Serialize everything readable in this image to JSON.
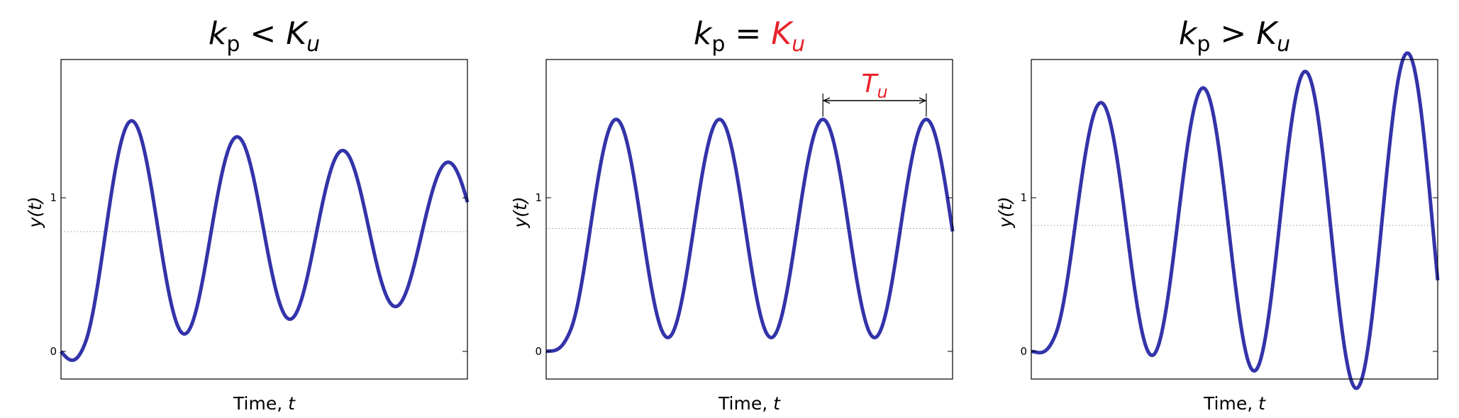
{
  "chart_data": [
    {
      "type": "line",
      "title_parts": [
        {
          "text": "k",
          "italic": true,
          "red": false
        },
        {
          "text": "p",
          "italic": false,
          "red": false,
          "sub": true
        },
        {
          "text": " < ",
          "italic": false,
          "red": false
        },
        {
          "text": "K",
          "italic": true,
          "red": false
        },
        {
          "text": "u",
          "italic": true,
          "red": false,
          "sub": true
        }
      ],
      "xlabel": "Time, t",
      "ylabel": "y(t)",
      "yticks": [
        0,
        1
      ],
      "ylim": [
        -0.18,
        1.9
      ],
      "xlim": [
        0,
        10
      ],
      "reference_line": 0.78,
      "series": [
        {
          "growth": -0.06,
          "omega": 2.42,
          "amp": 0.8,
          "offset": 0.78,
          "lead_in": 0.45,
          "color": "#3333aa"
        }
      ],
      "annotation": null
    },
    {
      "type": "line",
      "title_parts": [
        {
          "text": "k",
          "italic": true,
          "red": false
        },
        {
          "text": "p",
          "italic": false,
          "red": false,
          "sub": true
        },
        {
          "text": " = ",
          "italic": false,
          "red": false
        },
        {
          "text": "K",
          "italic": true,
          "red": true
        },
        {
          "text": "u",
          "italic": true,
          "red": true,
          "sub": true
        }
      ],
      "xlabel": "Time, t",
      "ylabel": "y(t)",
      "yticks": [
        0,
        1
      ],
      "ylim": [
        -0.18,
        1.9
      ],
      "xlim": [
        0,
        10
      ],
      "reference_line": 0.8,
      "series": [
        {
          "growth": 0.0,
          "omega": 2.47,
          "amp": 0.71,
          "offset": 0.8,
          "lead_in": 0.45,
          "color": "#3333aa"
        }
      ],
      "annotation": {
        "label": "T",
        "label_sub": "u",
        "color": "#e8232a",
        "from_peak": 3,
        "to_peak": 4
      }
    },
    {
      "type": "line",
      "title_parts": [
        {
          "text": "k",
          "italic": true,
          "red": false
        },
        {
          "text": "p",
          "italic": false,
          "red": false,
          "sub": true
        },
        {
          "text": " > ",
          "italic": false,
          "red": false
        },
        {
          "text": "K",
          "italic": true,
          "red": false
        },
        {
          "text": "u",
          "italic": true,
          "red": false,
          "sub": true
        }
      ],
      "xlabel": "Time, t",
      "ylabel": "y(t)",
      "yticks": [
        0,
        1
      ],
      "ylim": [
        -0.18,
        1.9
      ],
      "xlim": [
        0,
        10
      ],
      "reference_line": 0.82,
      "series": [
        {
          "growth": 0.045,
          "omega": 2.5,
          "amp": 0.74,
          "offset": 0.82,
          "lead_in": 0.45,
          "color": "#3333aa"
        }
      ],
      "annotation": null
    }
  ]
}
